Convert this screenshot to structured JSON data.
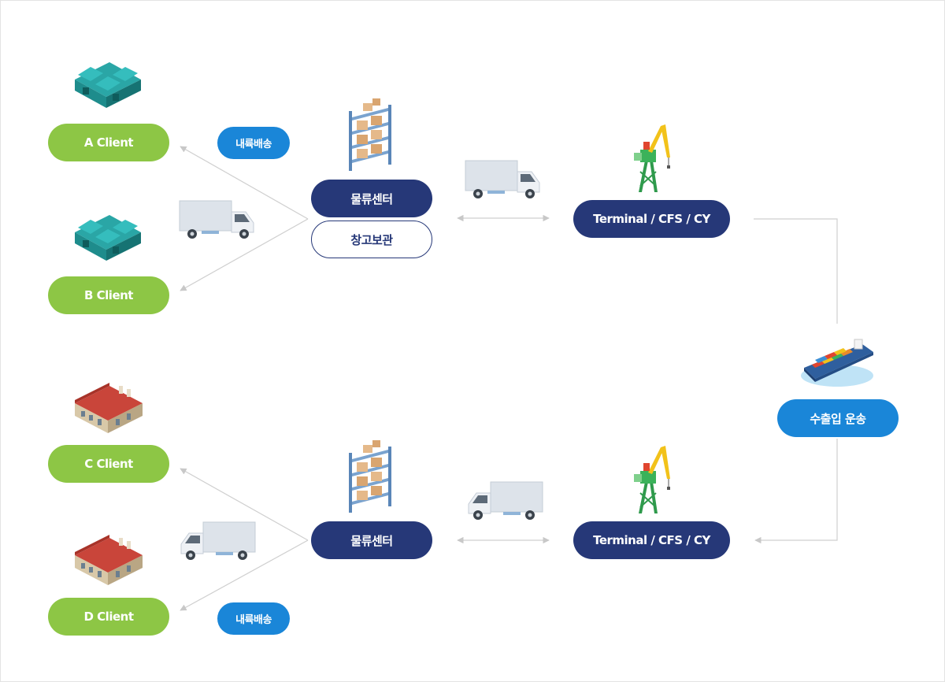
{
  "clients": {
    "a": "A Client",
    "b": "B Client",
    "c": "C Client",
    "d": "D Client"
  },
  "tags": {
    "inland_top": "내륙배송",
    "inland_bottom": "내륙배송"
  },
  "centers": {
    "top": "물류센터",
    "storage": "창고보관",
    "bottom": "물류센터"
  },
  "terminals": {
    "top": "Terminal / CFS / CY",
    "bottom": "Terminal / CFS / CY"
  },
  "shipping": "수출입 운송",
  "colors": {
    "client_green": "#8dc645",
    "navy": "#263878",
    "blue": "#1a86d8",
    "line_gray": "#c8c8c8"
  },
  "icons": [
    "teal-warehouse-icon",
    "red-roof-warehouse-icon",
    "storage-rack-icon",
    "delivery-truck-icon",
    "harbor-crane-icon",
    "container-ship-icon"
  ]
}
